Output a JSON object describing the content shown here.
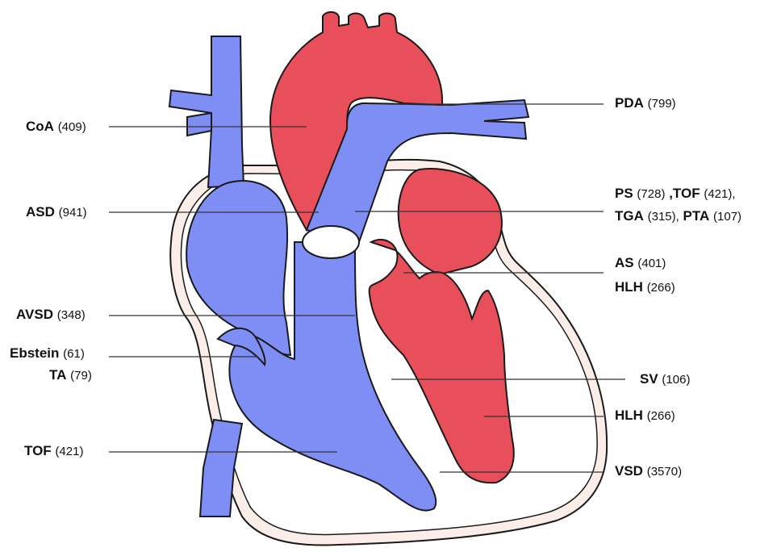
{
  "colors": {
    "blue": "#7f8ef5",
    "red": "#e94f5a",
    "outline": "#1a1a1a",
    "pericardium": "#fbeee8",
    "leader": "#333333"
  },
  "labels": {
    "coa": {
      "name": "CoA",
      "count": "(409)"
    },
    "asd": {
      "name": "ASD",
      "count": "(941)"
    },
    "avsd": {
      "name": "AVSD",
      "count": "(348)"
    },
    "ebstein": {
      "name": "Ebstein",
      "count": "(61)"
    },
    "ta": {
      "name": "TA",
      "count": "(79)"
    },
    "tof_left": {
      "name": "TOF",
      "count": "(421)"
    },
    "pda": {
      "name": "PDA",
      "count": "(799)"
    },
    "ps": {
      "name": "PS",
      "count": "(728)"
    },
    "tof_right": {
      "name": ",TOF",
      "count": "(421),"
    },
    "tga": {
      "name": "TGA",
      "count": "(315),"
    },
    "pta": {
      "name": "PTA",
      "count": "(107)"
    },
    "as": {
      "name": "AS",
      "count": "(401)"
    },
    "hlh_top": {
      "name": "HLH",
      "count": "(266)"
    },
    "sv": {
      "name": "SV",
      "count": "(106)"
    },
    "hlh_bottom": {
      "name": "HLH",
      "count": "(266)"
    },
    "vsd": {
      "name": "VSD",
      "count": "(3570)"
    }
  }
}
